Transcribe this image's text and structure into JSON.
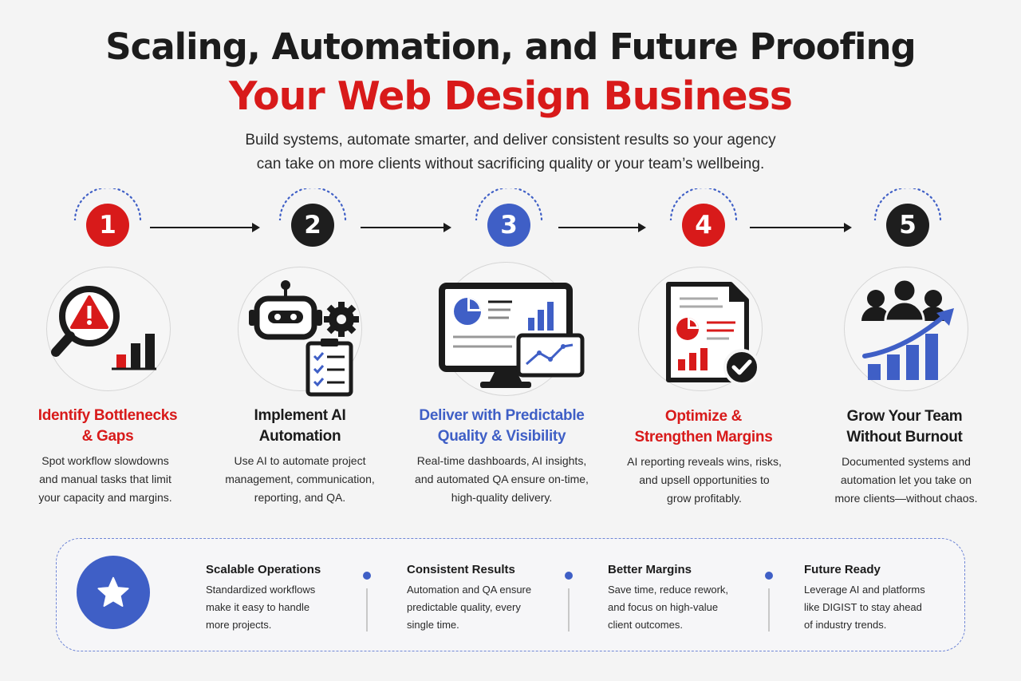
{
  "header": {
    "title_line1": "Scaling, Automation, and Future Proofing",
    "title_line2": "Your Web Design Business",
    "subtitle_line1": "Build systems, automate smarter, and deliver consistent results so your agency",
    "subtitle_line2": "can take on more clients without sacrificing quality or your team’s wellbeing."
  },
  "colors": {
    "red": "#d81a1a",
    "black": "#1e1e1e",
    "blue": "#3f5fc6",
    "background": "#f4f4f4"
  },
  "steps": [
    {
      "number": "1",
      "color": "#d81a1a",
      "icon": "magnifier-warning-chart-icon",
      "title_line1": "Identify Bottlenecks",
      "title_line2": "& Gaps",
      "desc_line1": "Spot workflow slowdowns",
      "desc_line2": "and manual tasks that limit",
      "desc_line3": "your capacity and margins."
    },
    {
      "number": "2",
      "color": "#1e1e1e",
      "icon": "robot-gear-checklist-icon",
      "title_line1": "Implement AI",
      "title_line2": "Automation",
      "desc_line1": "Use AI to automate project",
      "desc_line2": "management, communication,",
      "desc_line3": "reporting, and QA."
    },
    {
      "number": "3",
      "color": "#3f5fc6",
      "icon": "monitor-dashboard-icon",
      "title_line1": "Deliver with Predictable",
      "title_line2": "Quality & Visibility",
      "desc_line1": "Real-time dashboards, AI insights,",
      "desc_line2": "and automated QA ensure on-time,",
      "desc_line3": "high-quality delivery."
    },
    {
      "number": "4",
      "color": "#d81a1a",
      "icon": "report-document-check-icon",
      "title_line1": "Optimize &",
      "title_line2": "Strengthen Margins",
      "desc_line1": "AI reporting reveals wins, risks,",
      "desc_line2": "and upsell opportunities to",
      "desc_line3": "grow profitably."
    },
    {
      "number": "5",
      "color": "#1e1e1e",
      "icon": "team-growth-chart-icon",
      "title_line1": "Grow Your Team",
      "title_line2": "Without Burnout",
      "desc_line1": "Documented systems and",
      "desc_line2": "automation let you take on",
      "desc_line3": "more clients—without chaos."
    }
  ],
  "footer": {
    "icon": "star-icon",
    "benefits": [
      {
        "title": "Scalable Operations",
        "line1": "Standardized workflows",
        "line2": "make it easy to handle",
        "line3": "more projects."
      },
      {
        "title": "Consistent Results",
        "line1": "Automation and QA ensure",
        "line2": "predictable quality, every",
        "line3": "single time."
      },
      {
        "title": "Better Margins",
        "line1": "Save time, reduce rework,",
        "line2": "and focus on high-value",
        "line3": "client outcomes."
      },
      {
        "title": "Future Ready",
        "line1": "Leverage AI and platforms",
        "line2": "like DIGIST to stay ahead",
        "line3": "of industry trends."
      }
    ]
  }
}
